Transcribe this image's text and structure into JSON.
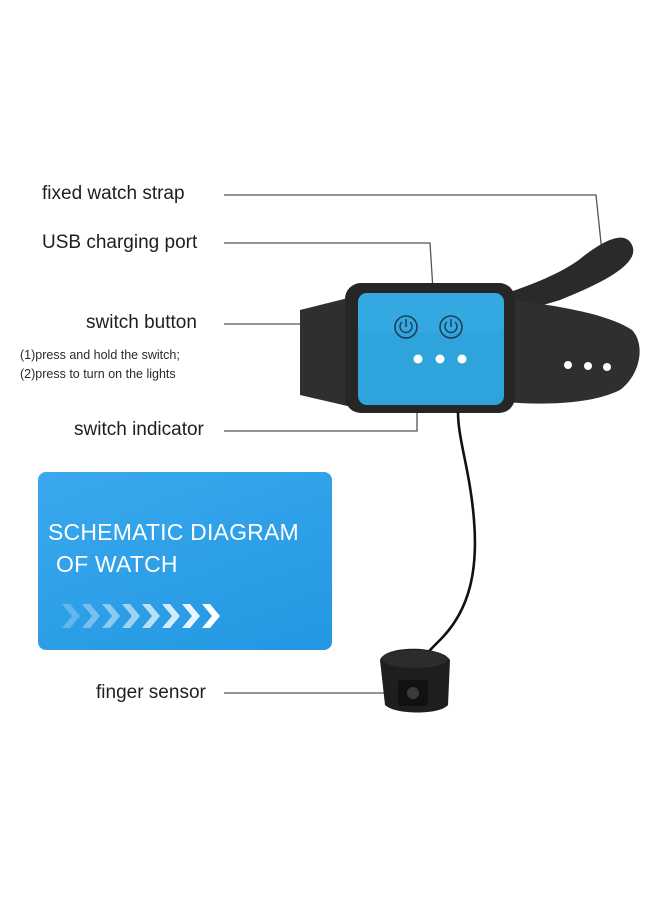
{
  "labels": {
    "fixed_watch_strap": "fixed watch strap",
    "usb_charging_port": "USB charging port",
    "switch_button": "switch button",
    "switch_note_1": "(1)press and hold the switch;",
    "switch_note_2": "(2)press to turn on the lights",
    "switch_indicator": "switch indicator",
    "finger_sensor": "finger sensor"
  },
  "card": {
    "title_line1": "SCHEMATIC DIAGRAM",
    "title_line2": "OF WATCH"
  },
  "colors": {
    "device_blue": "#2fa3dc",
    "card_blue": "#2b9ee6",
    "strap": "#2e2e2e",
    "leader_line": "#555555"
  }
}
